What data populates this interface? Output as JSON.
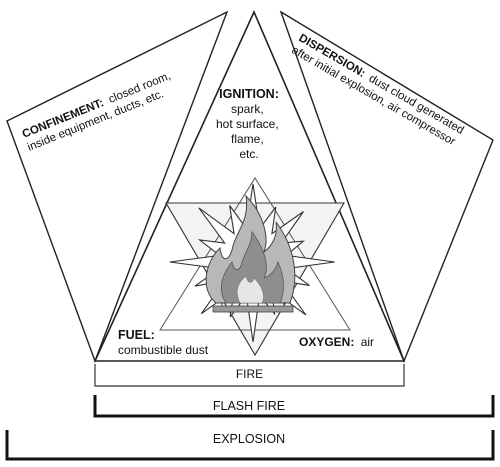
{
  "confinement": {
    "heading": "CONFINEMENT:",
    "line1": "closed room,",
    "line2": "inside equipment, ducts, etc."
  },
  "dispersion": {
    "heading": "DISPERSION:",
    "line1": "dust cloud generated",
    "line2": "after initial explosion, air compressor"
  },
  "ignition": {
    "heading": "IGNITION:",
    "lines": [
      "spark,",
      "hot surface,",
      "flame,",
      "etc."
    ]
  },
  "fuel": {
    "heading": "FUEL:",
    "line1": "combustible dust"
  },
  "oxygen": {
    "heading": "OXYGEN:",
    "value": "air"
  },
  "brackets": {
    "fire": "FIRE",
    "flash_fire": "FLASH FIRE",
    "explosion": "EXPLOSION"
  }
}
